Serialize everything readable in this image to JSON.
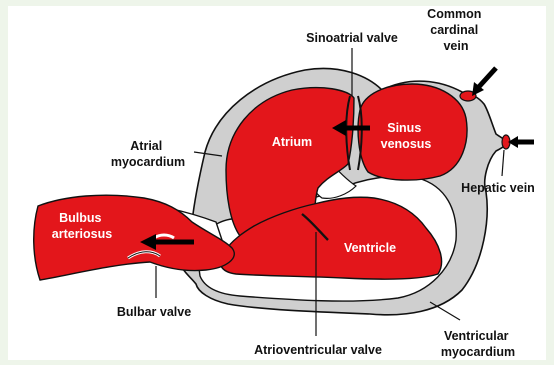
{
  "labels": {
    "common_cardinal_vein": [
      "Common",
      "cardinal",
      "vein"
    ],
    "sinoatrial_valve": "Sinoatrial valve",
    "atrial_myocardium": [
      "Atrial",
      "myocardium"
    ],
    "atrium": "Atrium",
    "sinus_venosus": [
      "Sinus",
      "venosus"
    ],
    "hepatic_vein": "Hepatic vein",
    "bulbus_arteriosus": [
      "Bulbus",
      "arteriosus"
    ],
    "ventricle": "Ventricle",
    "bulbar_valve": "Bulbar valve",
    "atrioventricular_valve": "Atrioventricular valve",
    "ventricular_myocardium": [
      "Ventricular",
      "myocardium"
    ]
  },
  "colors": {
    "chamber": "#e3161b",
    "myocardium": "#cfcfcf",
    "outline": "#111111",
    "canvas": "#ffffff",
    "backdrop": "#eef5ea",
    "arrow": "#000000"
  }
}
